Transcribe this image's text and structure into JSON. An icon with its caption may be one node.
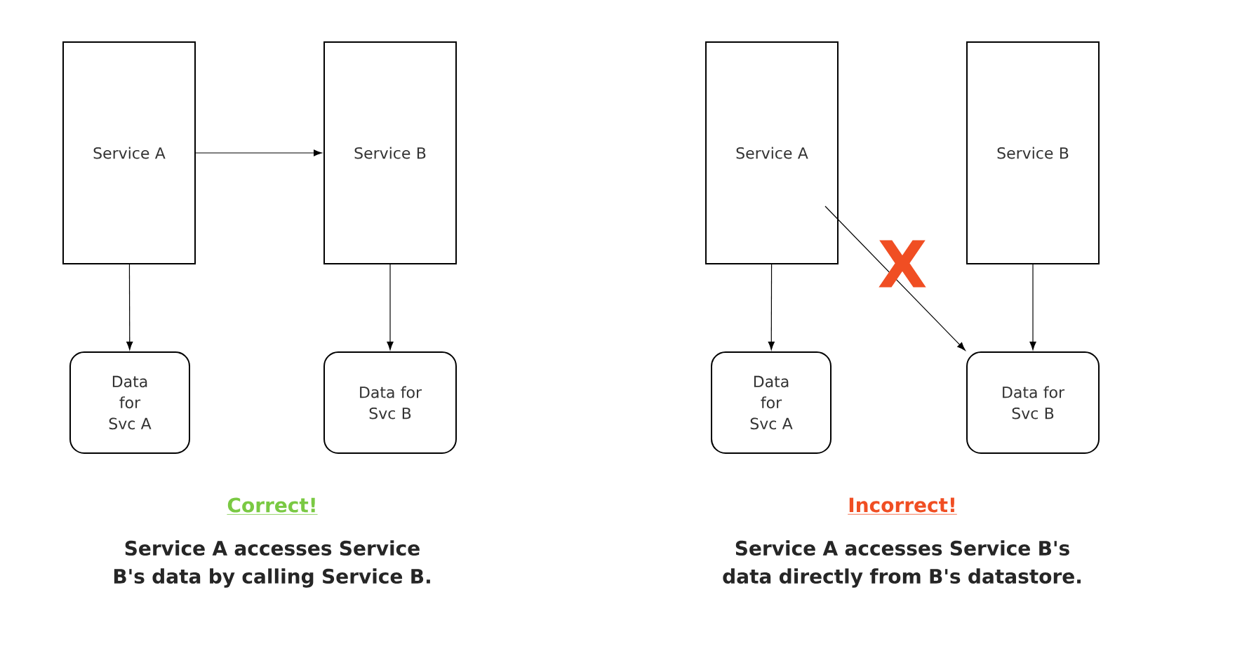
{
  "diagram": {
    "nodes": [
      {
        "text": [
          "Service A"
        ]
      },
      {
        "text": [
          "Service B"
        ]
      },
      {
        "text": [
          "Data for Svc A"
        ]
      },
      {
        "text": [
          "Data for Svc B"
        ]
      },
      {
        "text": [
          "Service A"
        ]
      },
      {
        "text": [
          "Service B"
        ]
      },
      {
        "text": [
          "Data for Svc A"
        ]
      },
      {
        "text": [
          "Data for Svc B"
        ]
      }
    ],
    "edges": [
      {
        "from": 0,
        "to": 1,
        "arrow": "to"
      },
      {
        "from": 0,
        "to": 2,
        "arrow": "to"
      },
      {
        "from": 1,
        "to": 3,
        "arrow": "to"
      },
      {
        "from": 4,
        "to": 6,
        "arrow": "to"
      },
      {
        "from": 5,
        "to": 7,
        "arrow": "to"
      },
      {
        "from": 4,
        "to": 7,
        "arrow": "to"
      }
    ],
    "labels": [
      "Correct!",
      "Service A accesses Service B's data by calling Service B.",
      "X",
      "Incorrect!",
      "Service A accesses Service B's data directly from B's datastore."
    ]
  }
}
